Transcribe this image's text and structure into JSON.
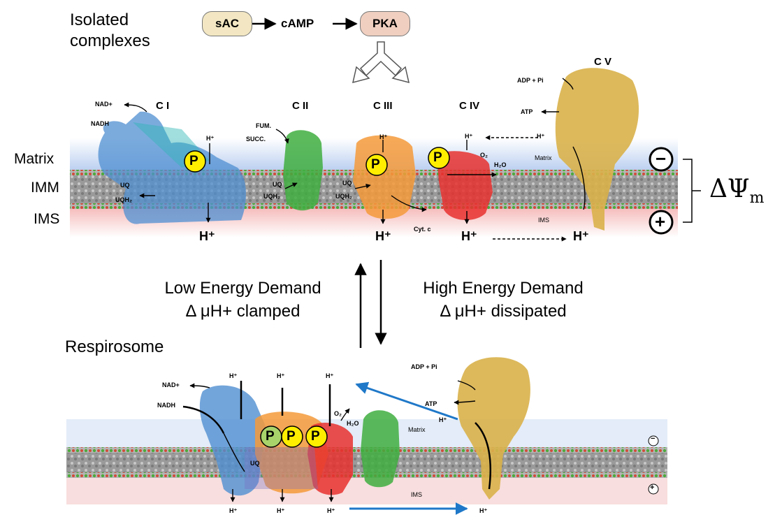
{
  "header": {
    "isolated_line1": "Isolated",
    "isolated_line2": "complexes",
    "pathway": {
      "sac": "sAC",
      "camp": "cAMP",
      "pka": "PKA"
    }
  },
  "top_panel": {
    "side_labels": {
      "matrix": "Matrix",
      "imm": "IMM",
      "ims": "IMS"
    },
    "complexes": {
      "c1": "C I",
      "c2": "C II",
      "c3": "C III",
      "c4": "C IV",
      "c5": "C V"
    },
    "small_labels": {
      "nad": "NAD+",
      "nadh": "NADH",
      "fum": "FUM.",
      "succ": "SUCC.",
      "uq": "UQ",
      "uqh2": "UQH₂",
      "o2": "O₂",
      "h2o": "H₂O",
      "adp": "ADP + Pi",
      "atp": "ATP",
      "matrix": "Matrix",
      "ims": "IMS",
      "cytc": "Cyt. c",
      "hplus": "H⁺"
    },
    "h_plus_big": "H⁺",
    "phospho": "P",
    "minus": "−",
    "plus": "+",
    "delta_psi": "ΔΨ",
    "delta_psi_sub": "m"
  },
  "middle": {
    "low_line1": "Low Energy Demand",
    "low_line2": "Δ μH+ clamped",
    "high_line1": "High Energy Demand",
    "high_line2": "Δ μH+ dissipated"
  },
  "bottom_panel": {
    "title": "Respirosome",
    "small_labels": {
      "nad": "NAD+",
      "nadh": "NADH",
      "adp": "ADP + Pi",
      "atp": "ATP",
      "o2": "O₂",
      "h2o": "H₂O",
      "matrix": "Matrix",
      "ims": "IMS",
      "uq": "UQ",
      "hplus": "H⁺"
    },
    "phospho": "P",
    "minus": "−",
    "plus": "+"
  },
  "colors": {
    "matrix_band": "#c9d8f2",
    "ims_band": "#f6c9c9",
    "complex_I": "#4f8fd1",
    "complex_II": "#3fae3f",
    "complex_III": "#f59a3a",
    "complex_IV": "#e8312f",
    "complex_V": "#d9b14a",
    "pill": "#f2e7c2",
    "phospho": "#ffee00",
    "blue_arrow": "#1f78c8"
  }
}
